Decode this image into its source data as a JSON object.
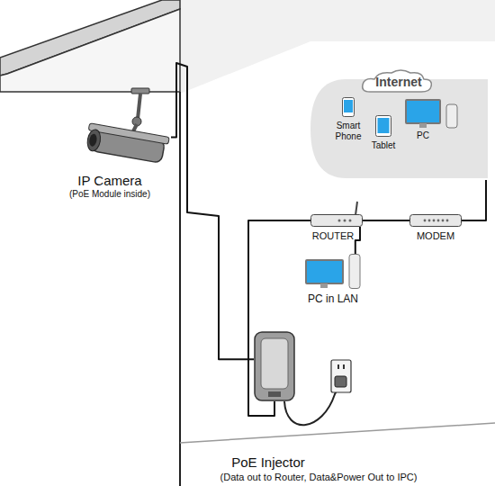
{
  "diagram": {
    "nodes": [
      {
        "text": [
          "Internet"
        ]
      },
      {
        "text": [
          "Smart Phone"
        ],
        "in": 0
      },
      {
        "text": [
          "Tablet"
        ],
        "in": 0
      },
      {
        "text": [
          "PC"
        ],
        "in": 0
      },
      {
        "text": [
          "IP Camera",
          "(PoE Module inside)"
        ]
      },
      {
        "text": [
          "ROUTER"
        ]
      },
      {
        "text": [
          "MODEM"
        ]
      },
      {
        "text": [
          "PC in LAN"
        ]
      },
      {
        "text": [
          "PoE Injector",
          "(Data out to Router, Data&Power Out to IPC)"
        ]
      }
    ],
    "edges": [
      {
        "from": 4,
        "to": 8,
        "arrow": "none"
      },
      {
        "from": 8,
        "to": 5,
        "arrow": "none"
      },
      {
        "from": 5,
        "to": 6,
        "arrow": "none"
      },
      {
        "from": 6,
        "to": 0,
        "arrow": "none"
      },
      {
        "from": 5,
        "to": 7,
        "arrow": "none"
      }
    ]
  }
}
